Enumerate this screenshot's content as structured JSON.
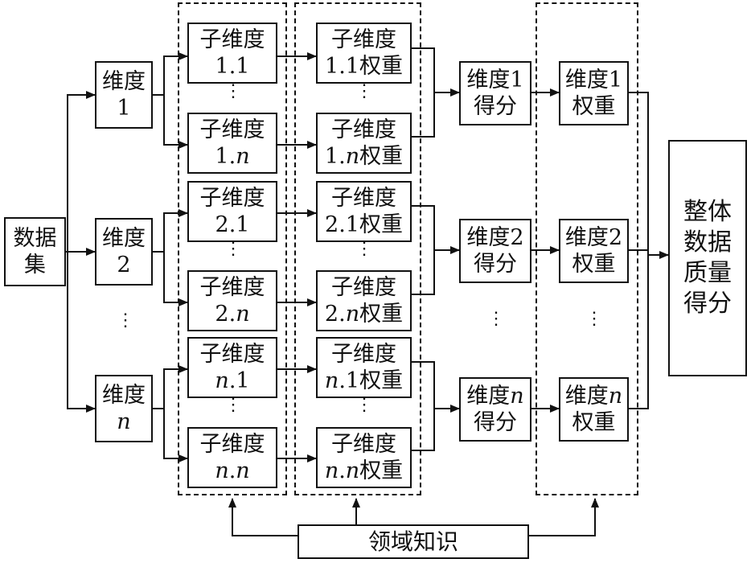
{
  "source": {
    "line1": "数据",
    "line2": "集"
  },
  "dimensions": [
    {
      "line1": "维度",
      "line2": "1"
    },
    {
      "line1": "维度",
      "line2": "2"
    },
    {
      "line1": "维度",
      "line2": "n"
    }
  ],
  "sub_dimensions": [
    {
      "line1": "子维度",
      "line2": "1.1"
    },
    {
      "line1": "子维度",
      "line2": "1.n"
    },
    {
      "line1": "子维度",
      "line2": "2.1"
    },
    {
      "line1": "子维度",
      "line2": "2.n"
    },
    {
      "line1": "子维度",
      "line2": "n.1"
    },
    {
      "line1": "子维度",
      "line2": "n.n"
    }
  ],
  "sub_weights": [
    {
      "line1": "子维度",
      "line2": "1.1权重"
    },
    {
      "line1": "子维度",
      "line2": "1.n权重"
    },
    {
      "line1": "子维度",
      "line2": "2.1权重"
    },
    {
      "line1": "子维度",
      "line2": "2.n权重"
    },
    {
      "line1": "子维度",
      "line2": "n.1权重"
    },
    {
      "line1": "子维度",
      "line2": "n.n权重"
    }
  ],
  "dimension_scores": [
    {
      "line1": "维度1",
      "line2": "得分"
    },
    {
      "line1": "维度2",
      "line2": "得分"
    },
    {
      "line1": "维度n",
      "line2": "得分"
    }
  ],
  "dimension_weights": [
    {
      "line1": "维度1",
      "line2": "权重"
    },
    {
      "line1": "维度2",
      "line2": "权重"
    },
    {
      "line1": "维度n",
      "line2": "权重"
    }
  ],
  "final_score": {
    "lines": [
      "整体",
      "数据",
      "质量",
      "得分"
    ]
  },
  "domain_knowledge": "领域知识",
  "ellipsis": "⋮"
}
